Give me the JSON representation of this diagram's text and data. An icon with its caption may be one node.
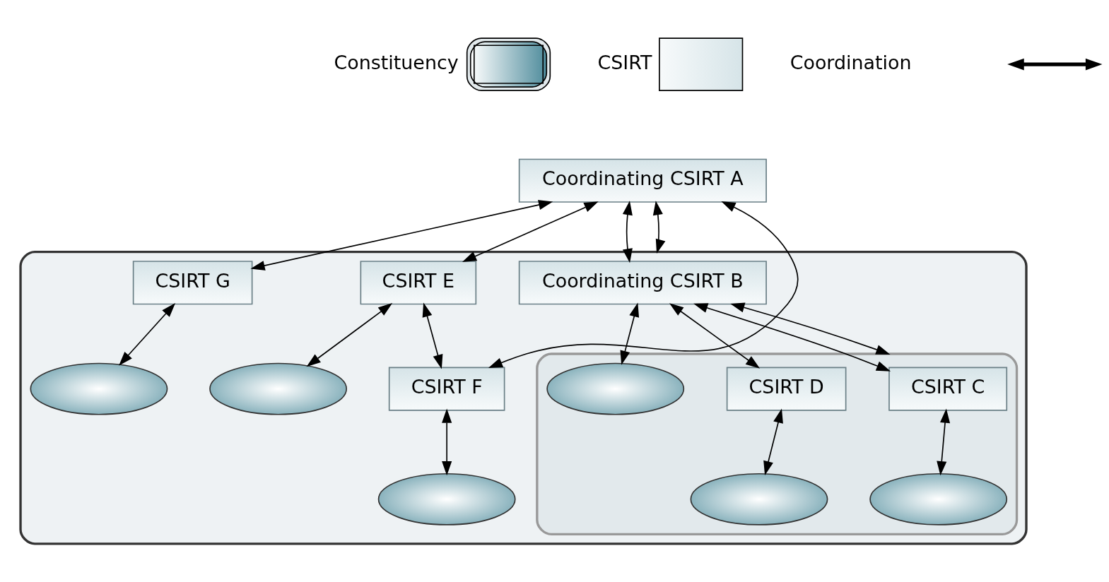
{
  "diagram": {
    "nodes": [
      {
        "text": [
          "Coordinating CSIRT A"
        ]
      },
      {
        "text": [],
        "shape": "box"
      },
      {
        "text": [
          "Coordinating CSIRT B"
        ],
        "in": 1
      },
      {
        "text": [],
        "shape": "box",
        "in": 1
      },
      {
        "text": [
          "CSIRT C"
        ],
        "in": 3
      },
      {
        "text": [
          "CSIRT D"
        ],
        "in": 3
      },
      {
        "text": [],
        "shape": "ellipse",
        "in": 3
      },
      {
        "text": [],
        "shape": "ellipse",
        "in": 3
      },
      {
        "text": [],
        "shape": "ellipse",
        "in": 3
      },
      {
        "text": [
          "CSIRT E"
        ],
        "in": 1
      },
      {
        "text": [
          "CSIRT F"
        ],
        "in": 1
      },
      {
        "text": [
          "CSIRT G"
        ],
        "in": 1
      },
      {
        "text": [],
        "shape": "ellipse",
        "in": 1
      },
      {
        "text": [],
        "shape": "ellipse",
        "in": 1
      },
      {
        "text": [],
        "shape": "ellipse",
        "in": 1
      }
    ],
    "edges": [
      {
        "from": 0,
        "to": 2,
        "arrow": "both"
      },
      {
        "from": 0,
        "to": 1,
        "arrow": "both"
      },
      {
        "from": 0,
        "to": 9,
        "arrow": "both"
      },
      {
        "from": 0,
        "to": 10,
        "arrow": "both"
      },
      {
        "from": 0,
        "to": 11,
        "arrow": "both"
      },
      {
        "from": 2,
        "to": 4,
        "arrow": "both"
      },
      {
        "from": 2,
        "to": 5,
        "arrow": "both"
      },
      {
        "from": 2,
        "to": 3,
        "arrow": "both"
      },
      {
        "from": 2,
        "to": 6,
        "arrow": "both"
      },
      {
        "from": 4,
        "to": 7,
        "arrow": "both"
      },
      {
        "from": 5,
        "to": 8,
        "arrow": "both"
      },
      {
        "from": 9,
        "to": 10,
        "arrow": "both"
      },
      {
        "from": 9,
        "to": 12,
        "arrow": "both"
      },
      {
        "from": 10,
        "to": 13,
        "arrow": "both"
      },
      {
        "from": 11,
        "to": 14,
        "arrow": "both"
      }
    ],
    "legend": [
      {
        "text": "Constituency"
      },
      {
        "text": "CSIRT"
      },
      {
        "text": "Coordination"
      }
    ]
  }
}
